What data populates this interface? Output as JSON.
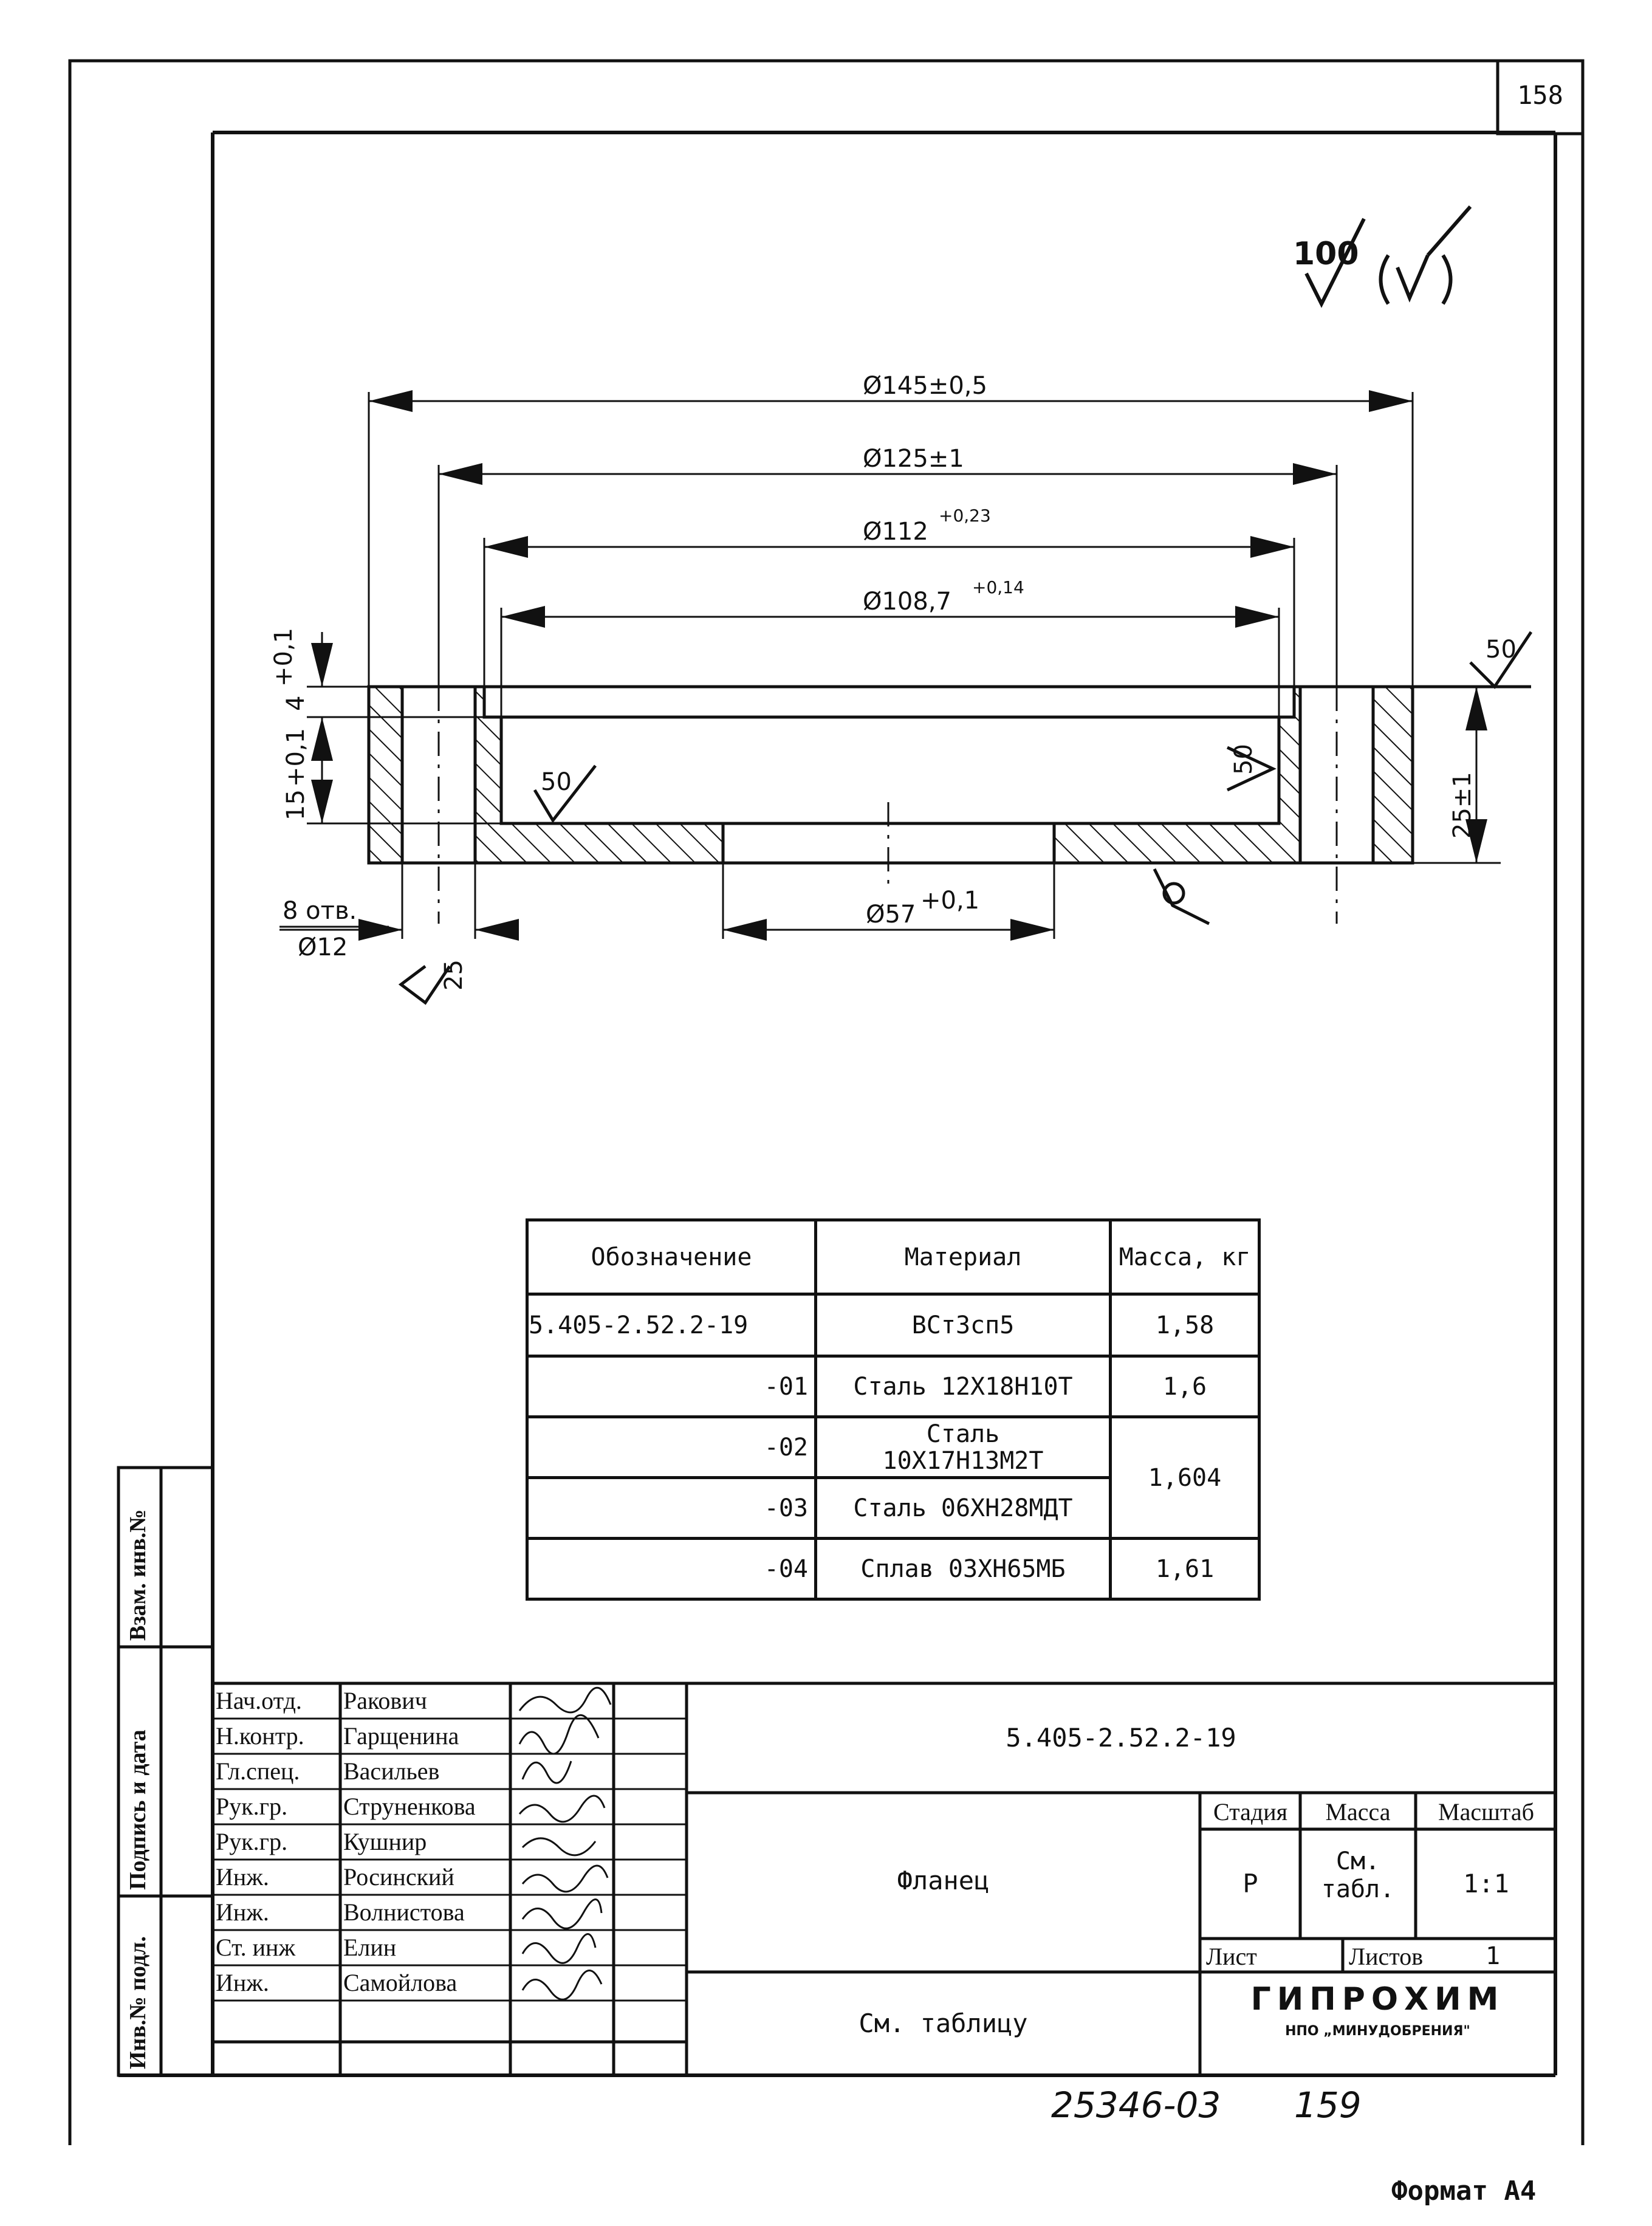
{
  "sheet_number": "158",
  "surface_finish": {
    "general": "100",
    "dia_50": "50",
    "top_right": "50",
    "side_50": "50",
    "hole_25": "25"
  },
  "dimensions": {
    "d145": "Ø145±0,5",
    "d125": "Ø125±1",
    "d112": "Ø112",
    "d112_tol": "+0,23",
    "d108": "Ø108,7",
    "d108_tol": "+0,14",
    "d57": "Ø57",
    "d57_tol": "+0,1",
    "h4": "4",
    "h4_tol": "+0,1",
    "h15": "15",
    "h15_tol": "+0,1",
    "h25": "25±1",
    "holes_count": "8 отв.",
    "holes_dia": "Ø12"
  },
  "materials_table": {
    "headers": [
      "Обозначение",
      "Материал",
      "Масса, кг"
    ],
    "rows": [
      {
        "designation": "5.405-2.52.2-19",
        "material": "ВСт3сп5",
        "mass": "1,58"
      },
      {
        "designation": "-01",
        "material": "Сталь 12Х18Н10Т",
        "mass": "1,6"
      },
      {
        "designation": "-02",
        "material": "Сталь 10Х17Н13М2Т",
        "mass": "1,604"
      },
      {
        "designation": "-03",
        "material": "Сталь 06ХН28МДТ",
        "mass": ""
      },
      {
        "designation": "-04",
        "material": "Сплав 03ХН65МБ",
        "mass": "1,61"
      }
    ]
  },
  "side_labels": {
    "vzam": "Взам. инв.№",
    "podpis": "Подпись и дата",
    "inv_podl": "Инв.№ подл."
  },
  "title_block": {
    "people": [
      {
        "role": "Нач.отд.",
        "name": "Ракович"
      },
      {
        "role": "Н.контр.",
        "name": "Гарщенина"
      },
      {
        "role": "Гл.спец.",
        "name": "Васильев"
      },
      {
        "role": "Рук.гр.",
        "name": "Струненкова"
      },
      {
        "role": "Рук.гр.",
        "name": "Кушнир"
      },
      {
        "role": "Инж.",
        "name": "Росинский"
      },
      {
        "role": "Инж.",
        "name": "Волнистова"
      },
      {
        "role": "Ст. инж",
        "name": "Елин"
      },
      {
        "role": "Инж.",
        "name": "Самойлова"
      }
    ],
    "designation": "5.405-2.52.2-19",
    "part_name": "Фланец",
    "material_ref": "См. таблицу",
    "stage_label": "Стадия",
    "mass_label": "Масса",
    "scale_label": "Масштаб",
    "stage": "Р",
    "mass": "См. табл.",
    "scale": "1:1",
    "sheet_label": "Лист",
    "sheets_label": "Листов",
    "sheets": "1",
    "org": "ГИПРОХИМ",
    "org_sub": "НПО „МИНУДОБРЕНИЯ\""
  },
  "stamp_number": "25346-03",
  "stamp_page": "159",
  "format": "Формат А4"
}
